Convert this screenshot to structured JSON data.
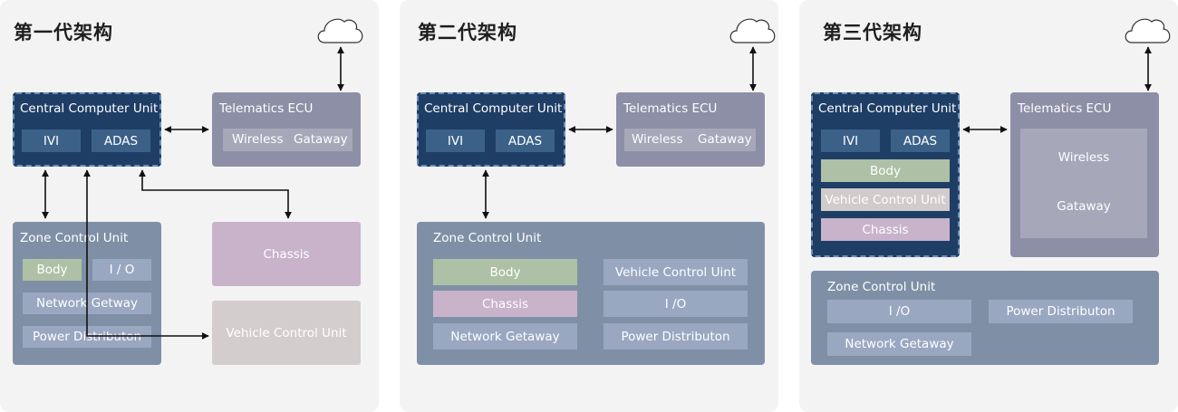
{
  "colors": {
    "ccu_bg": "#1f3e66",
    "telematics_bg": "#8c8fa6",
    "zone_bg": "#7f90a6",
    "body_chip": "#aec0a5",
    "chassis_chip": "#c8b3cb",
    "vcu_chip": "#d1cbcb"
  },
  "gen1": {
    "title": "第一代架构",
    "ccu": {
      "title": "Central Computer Unit",
      "ivi": "IVI",
      "adas": "ADAS"
    },
    "telematics": {
      "title": "Telematics ECU",
      "wireless": "Wireless",
      "gateway": "Gataway"
    },
    "zone": {
      "title": "Zone Control Unit",
      "body": "Body",
      "io": "I / O",
      "network": "Network Getway",
      "power": "Power Distributon"
    },
    "chassis": "Chassis",
    "vcu": "Vehicle Control Unit"
  },
  "gen2": {
    "title": "第二代架构",
    "ccu": {
      "title": "Central Computer Unit",
      "ivi": "IVI",
      "adas": "ADAS"
    },
    "telematics": {
      "title": "Telematics ECU",
      "wireless": "Wireless",
      "gateway": "Gataway"
    },
    "zone": {
      "title": "Zone Control Unit",
      "body": "Body",
      "vcu": "Vehicle Control Uint",
      "chassis": "Chassis",
      "io": "I /O",
      "network": "Network Getaway",
      "power": "Power Distributon"
    }
  },
  "gen3": {
    "title": "第三代架构",
    "ccu": {
      "title": "Central Computer Unit",
      "ivi": "IVI",
      "adas": "ADAS",
      "body": "Body",
      "vcu": "Vehicle Control Unit",
      "chassis": "Chassis"
    },
    "telematics": {
      "title": "Telematics ECU",
      "wireless": "Wireless",
      "gateway": "Gataway"
    },
    "zone": {
      "title": "Zone Control Unit",
      "io": "I /O",
      "power": "Power Distributon",
      "network": "Network Getaway"
    }
  }
}
